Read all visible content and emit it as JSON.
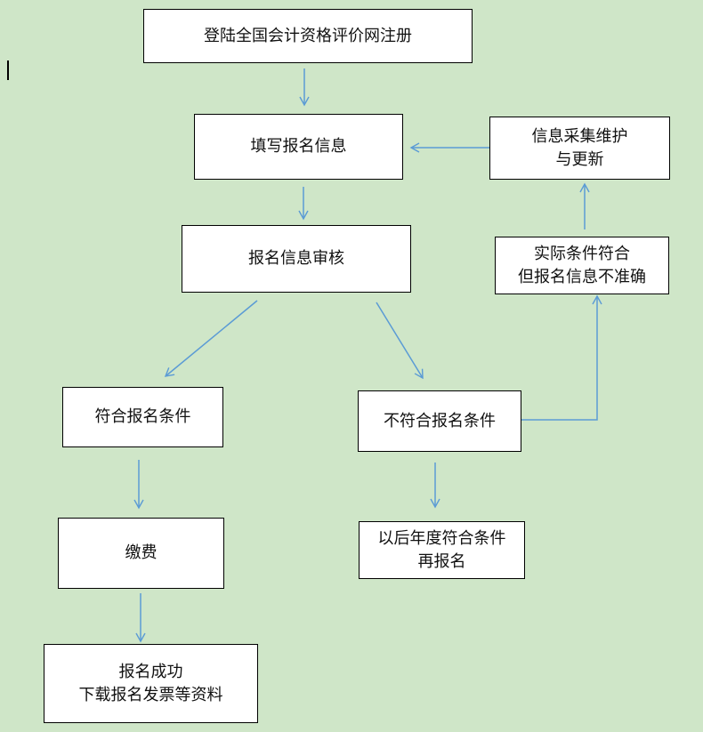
{
  "diagram": {
    "nodes": {
      "register": {
        "lines": [
          "登陆全国会计资格评价网注册"
        ]
      },
      "fill_info": {
        "lines": [
          "填写报名信息"
        ]
      },
      "review": {
        "lines": [
          "报名信息审核"
        ]
      },
      "eligible": {
        "lines": [
          "符合报名条件"
        ]
      },
      "not_eligible": {
        "lines": [
          "不符合报名条件"
        ]
      },
      "pay": {
        "lines": [
          "缴费"
        ]
      },
      "success": {
        "lines": [
          "报名成功",
          "下载报名发票等资料"
        ]
      },
      "later_year": {
        "lines": [
          "以后年度符合条件",
          "再报名"
        ]
      },
      "actual_ok": {
        "lines": [
          "实际条件符合",
          "但报名信息不准确"
        ]
      },
      "maintain": {
        "lines": [
          "信息采集维护",
          "与更新"
        ]
      }
    },
    "edges": [
      {
        "from": "register",
        "to": "fill_info"
      },
      {
        "from": "fill_info",
        "to": "review"
      },
      {
        "from": "review",
        "to": "eligible"
      },
      {
        "from": "review",
        "to": "not_eligible"
      },
      {
        "from": "eligible",
        "to": "pay"
      },
      {
        "from": "pay",
        "to": "success"
      },
      {
        "from": "not_eligible",
        "to": "later_year"
      },
      {
        "from": "not_eligible",
        "to": "actual_ok"
      },
      {
        "from": "actual_ok",
        "to": "maintain"
      },
      {
        "from": "maintain",
        "to": "fill_info"
      }
    ],
    "colors": {
      "background": "#cfe6c8",
      "arrow": "#5b9bd5",
      "box_border": "#000000"
    }
  }
}
